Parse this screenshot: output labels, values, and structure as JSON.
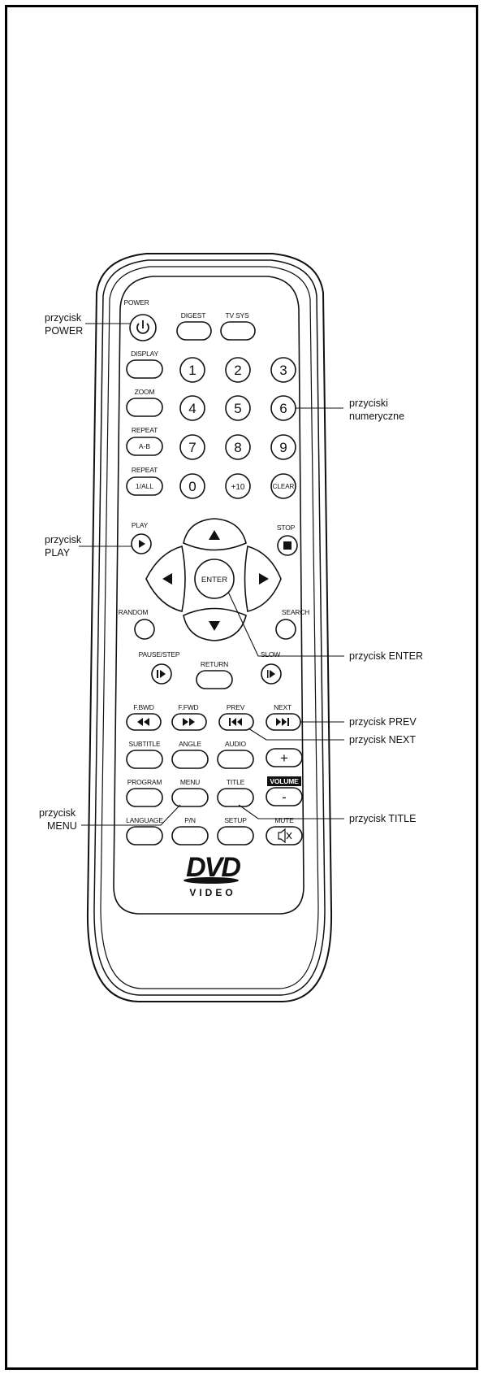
{
  "remote": {
    "top_labels": {
      "power": "POWER",
      "digest": "DIGEST",
      "tv_sys": "TV SYS",
      "display": "DISPLAY",
      "zoom": "ZOOM",
      "repeat_1": "REPEAT",
      "repeat_2": "REPEAT",
      "play": "PLAY",
      "stop": "STOP",
      "random": "RANDOM",
      "search": "SEARCH",
      "pause_step": "PAUSE/STEP",
      "return": "RETURN",
      "slow": "SLOW",
      "fbwd": "F.BWD",
      "ffwd": "F.FWD",
      "prev": "PREV",
      "next": "NEXT",
      "subtitle": "SUBTITLE",
      "angle": "ANGLE",
      "audio": "AUDIO",
      "program": "PROGRAM",
      "menu": "MENU",
      "title": "TITLE",
      "volume": "VOLUME",
      "language": "LANGUAGE",
      "pn": "P/N",
      "setup": "SETUP",
      "mute": "MUTE"
    },
    "button_text": {
      "ab": "A-B",
      "all": "1/ALL",
      "enter": "ENTER",
      "plus10": "+10",
      "clear": "CLEAR",
      "vol_plus": "+",
      "vol_minus": "-"
    },
    "numbers": [
      "1",
      "2",
      "3",
      "4",
      "5",
      "6",
      "7",
      "8",
      "9",
      "0"
    ],
    "logo": {
      "top": "DVD",
      "bottom": "VIDEO"
    }
  },
  "callouts": {
    "power": [
      "przycisk",
      "POWER"
    ],
    "numeric": [
      "przyciski",
      "numeryczne"
    ],
    "play": [
      "przycisk",
      "PLAY"
    ],
    "enter": "przycisk ENTER",
    "prev": "przycisk PREV",
    "next": "przycisk NEXT",
    "menu": [
      "przycisk",
      "MENU"
    ],
    "title": "przycisk TITLE"
  }
}
